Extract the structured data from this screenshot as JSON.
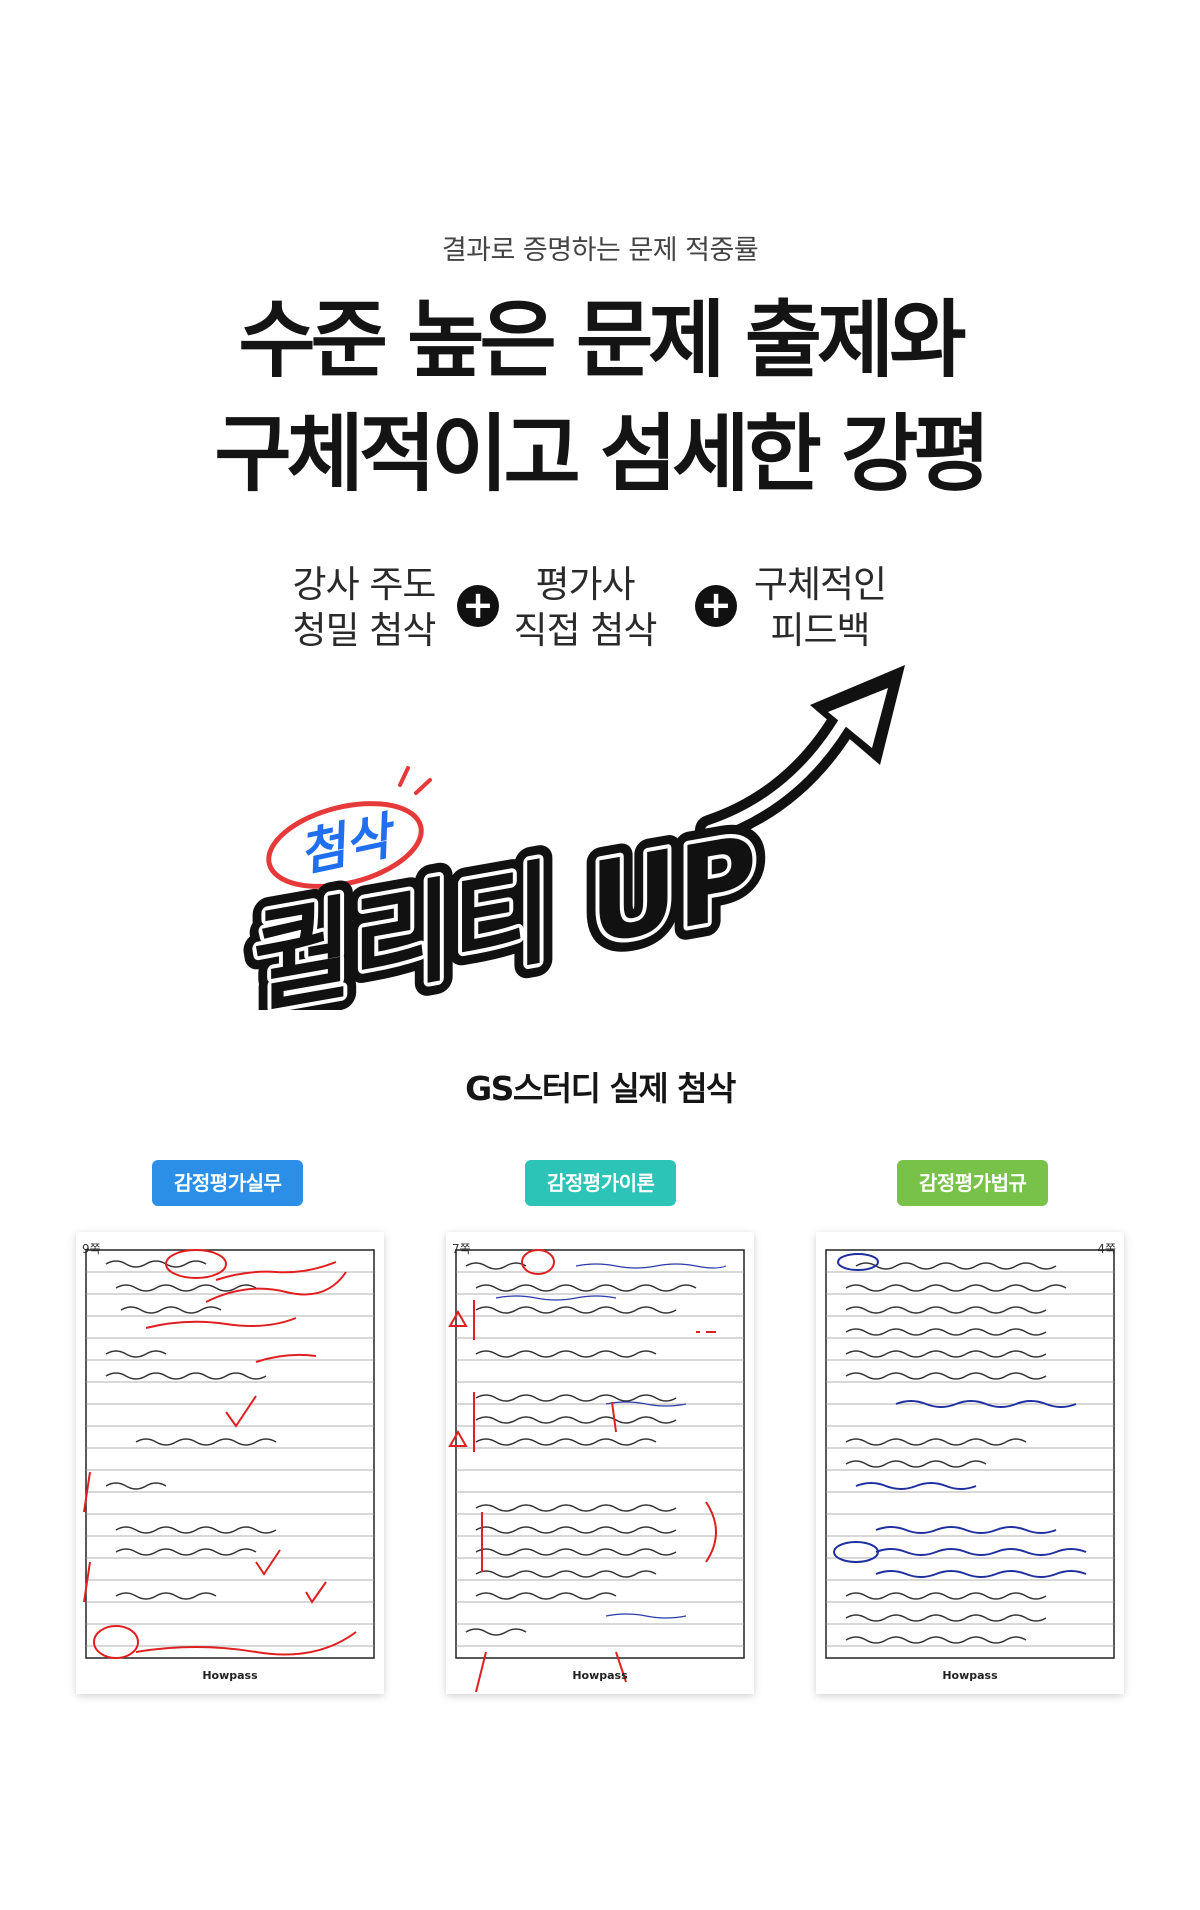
{
  "header": {
    "subtitle": "결과로 증명하는 문제 적중률",
    "headline_line1": "수준 높은 문제 출제와",
    "headline_line2": "구체적이고 섬세한 강평"
  },
  "features": [
    {
      "line1": "강사 주도",
      "line2": "청밀 첨삭"
    },
    {
      "line1": "평가사",
      "line2": "직접 첨삭"
    },
    {
      "line1": "구체적인",
      "line2": "피드백"
    }
  ],
  "plus_symbol": "+",
  "logo": {
    "tag": "첨삭",
    "main": "퀄리티 UP",
    "colors": {
      "tag": "#1f6ff0",
      "tag_ring": "#e63a3a",
      "main": "#111111"
    }
  },
  "section_title": "GS스터디 실제 첨삭",
  "samples": [
    {
      "badge": "감정평가실무",
      "color": "#2b8fe8",
      "page": "9쪽",
      "footer": "Howpass"
    },
    {
      "badge": "감정평가이론",
      "color": "#2cc4b6",
      "page": "7쪽",
      "footer": "Howpass"
    },
    {
      "badge": "감정평가법규",
      "color": "#79c24a",
      "page": "4쪽",
      "footer": "Howpass"
    }
  ]
}
